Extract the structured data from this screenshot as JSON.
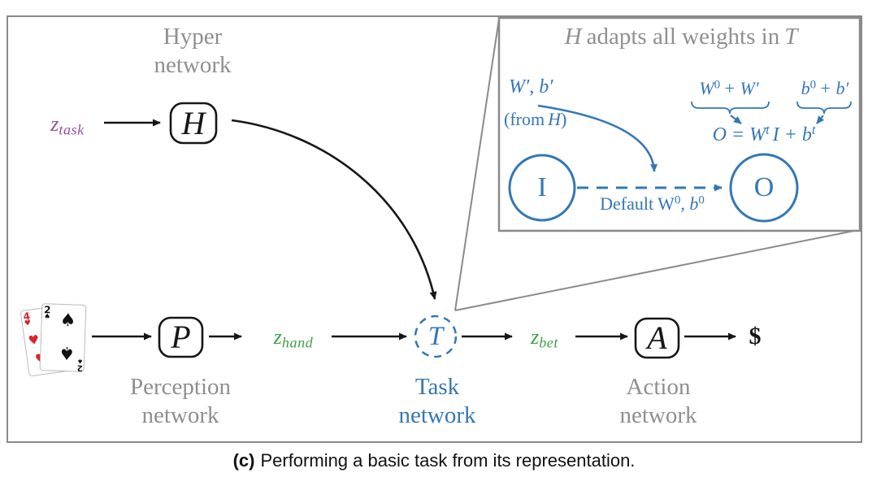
{
  "figure": {
    "hyper_network": {
      "label": "Hyper\nnetwork",
      "node_letter": "H"
    },
    "perception_network": {
      "label": "Perception\nnetwork",
      "node_letter": "P"
    },
    "task_network": {
      "label": "Task\nnetwork",
      "node_letter": "T"
    },
    "action_network": {
      "label": "Action\nnetwork",
      "node_letter": "A"
    },
    "signals": {
      "z_task_base": "z",
      "z_task_sub": "task",
      "z_hand_base": "z",
      "z_hand_sub": "hand",
      "z_bet_base": "z",
      "z_bet_sub": "bet",
      "reward": "$"
    },
    "cards": {
      "front_value": "2",
      "front_suit": "♠",
      "back_value": "4",
      "back_suit": "♥"
    },
    "inset": {
      "title_h": "H",
      "title_mid": "adapts all weights in",
      "title_t": "T",
      "delta_weights": "W′, b′",
      "from_pre": "(from",
      "from_letter": "H",
      "from_post": ")",
      "sum_w_base": "W",
      "sum_w_sup": "0",
      "sum_w_rest": "+ W′",
      "sum_b_base": "b",
      "sum_b_sup": "0",
      "sum_b_rest": "+ b′",
      "eq_lhs": "O = W",
      "eq_sup1": "t",
      "eq_mid": "I + b",
      "eq_sup2": "t",
      "default_pre": "Default W",
      "default_sup1": "0",
      "default_mid": ", b",
      "default_sup2": "0",
      "input_letter": "I",
      "output_letter": "O"
    }
  },
  "caption": {
    "tag": "(c)",
    "text": "Performing a basic task from its representation."
  },
  "colors": {
    "accent_blue": "#3577b4",
    "signal_green": "#3fa04a",
    "task_purple": "#974f9d",
    "label_gray": "#8f8f8f",
    "border_gray": "#8a8a8a",
    "ink_black": "#161616",
    "card_red": "#d6242a"
  }
}
